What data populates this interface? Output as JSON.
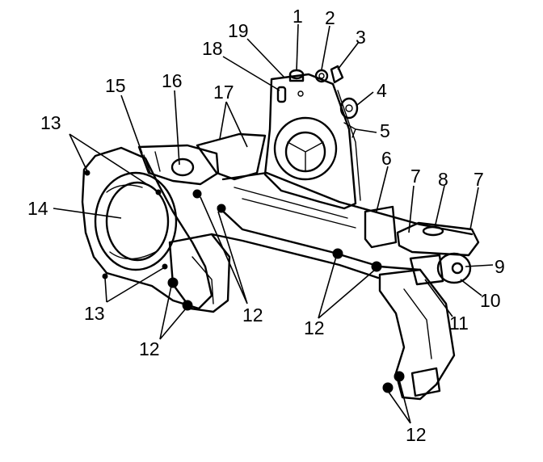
{
  "diagram": {
    "callouts": {
      "n1": "1",
      "n2": "2",
      "n3": "3",
      "n4": "4",
      "n5": "5",
      "n6": "6",
      "n7a": "7",
      "n7b": "7",
      "n8": "8",
      "n9": "9",
      "n10": "10",
      "n11": "11",
      "n12a": "12",
      "n12b": "12",
      "n12c": "12",
      "n12d": "12",
      "n13a": "13",
      "n13b": "13",
      "n14": "14",
      "n15": "15",
      "n16": "16",
      "n17": "17",
      "n18": "18",
      "n19": "19"
    }
  }
}
